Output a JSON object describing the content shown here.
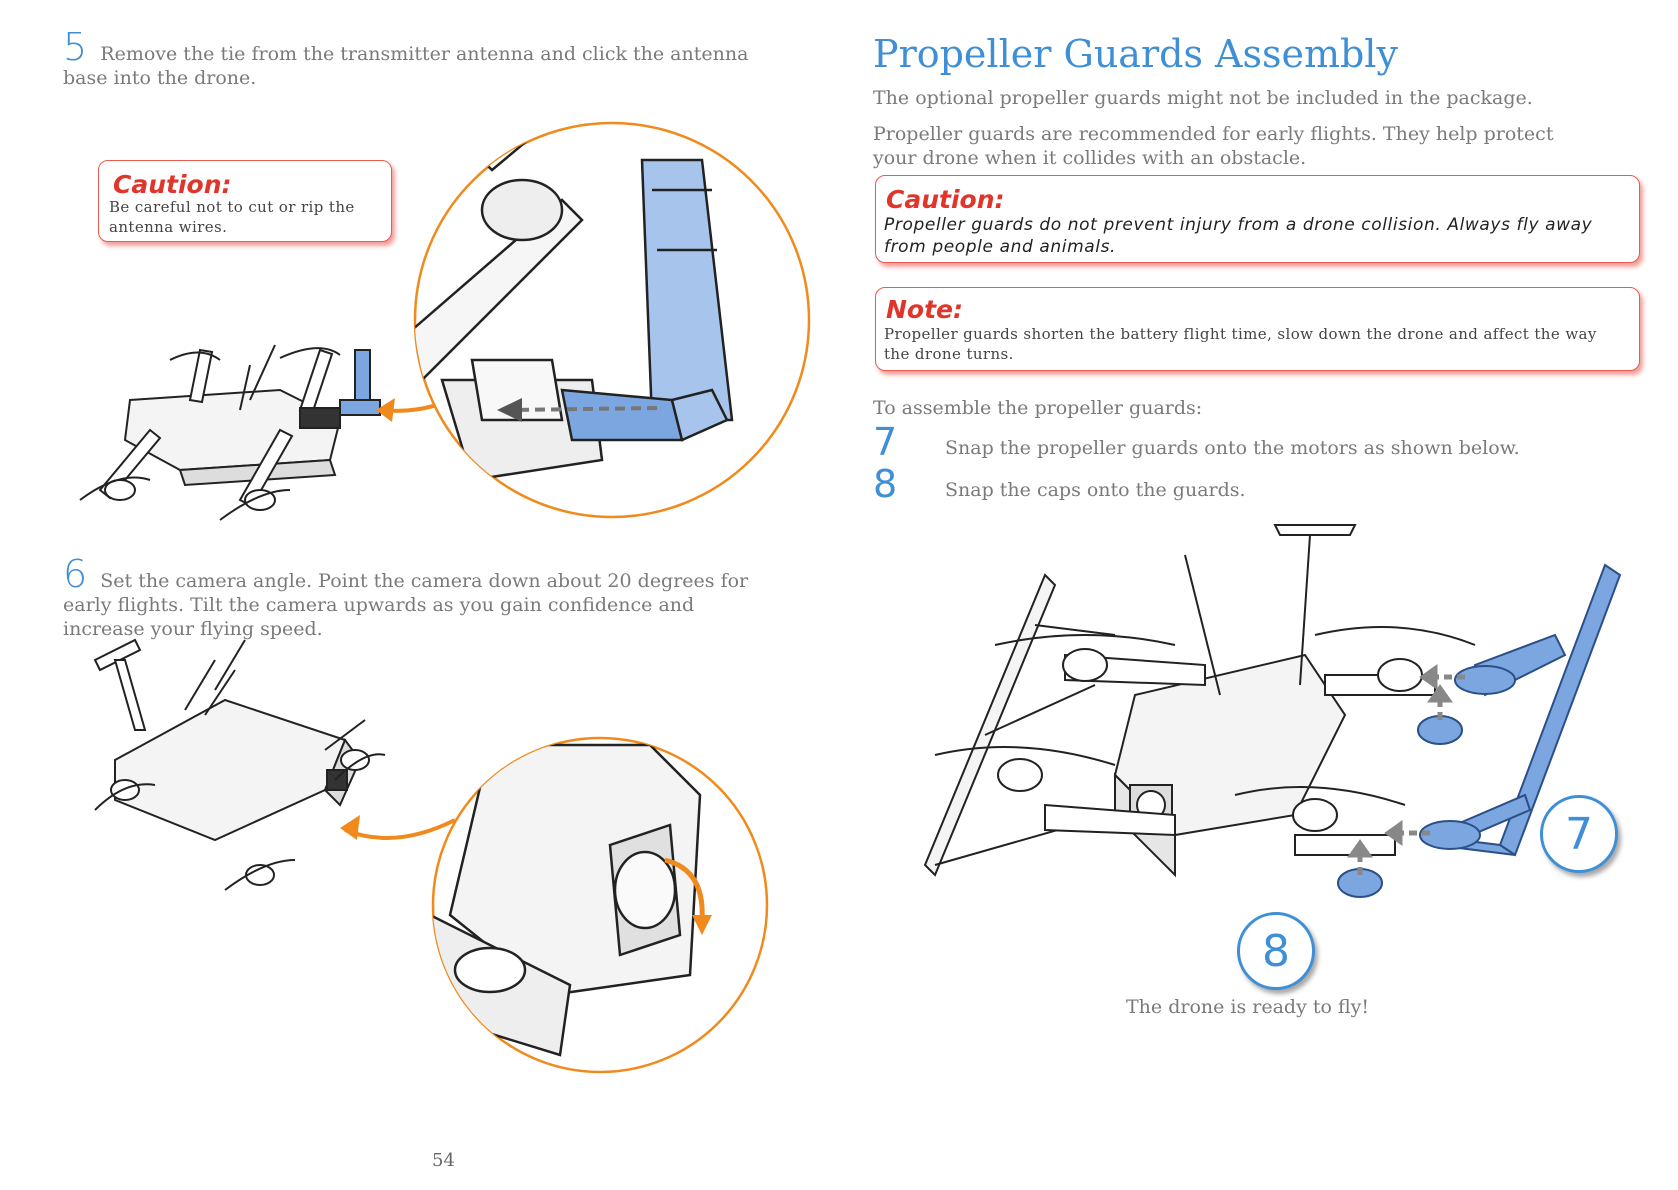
{
  "left": {
    "step5": {
      "number": "5",
      "text": "Remove the tie from the transmitter antenna and click the antenna base into the drone."
    },
    "caution1": {
      "title": "Caution:",
      "text": "Be careful not to cut or rip the antenna wires."
    },
    "step6": {
      "number": "6",
      "text": "Set the camera angle. Point the camera down  about 20 degrees for early flights. Tilt the camera upwards as you gain confidence and increase your flying speed."
    },
    "page_number": "54"
  },
  "right": {
    "heading": "Propeller Guards Assembly",
    "intro1": "The optional propeller guards might not be included in the package.",
    "intro2": "Propeller guards are recommended for early flights. They help protect your drone when it collides with an obstacle.",
    "caution2": {
      "title": "Caution:",
      "text": "Propeller guards do not prevent injury from a drone collision. Always fly away from people and animals."
    },
    "note": {
      "title": "Note:",
      "text": "Propeller guards shorten the battery flight time, slow down the drone and affect the way the drone turns."
    },
    "assemble_intro": "To assemble the propeller guards:",
    "steps": [
      {
        "number": "7",
        "text": "Snap the propeller guards onto the motors as shown below."
      },
      {
        "number": "8",
        "text": "Snap the caps onto the guards."
      }
    ],
    "badge7": "7",
    "badge8": "8",
    "ready": "The drone is ready to fly!"
  },
  "colors": {
    "accent_blue": "#3f8fd6",
    "caution_red": "#e0352b",
    "arrow_orange": "#f08a1c",
    "guard_blue": "#7ba6e0"
  }
}
